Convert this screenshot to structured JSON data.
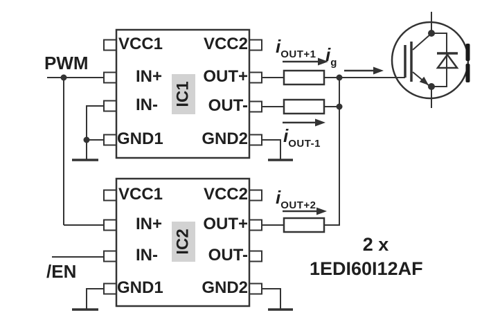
{
  "diagram": {
    "signals": {
      "pwm": "PWM",
      "en": "/EN"
    },
    "ics": [
      {
        "name": "IC1",
        "left_pins": [
          "VCC1",
          "IN+",
          "IN-",
          "GND1"
        ],
        "right_pins": [
          "VCC2",
          "OUT+",
          "OUT-",
          "GND2"
        ]
      },
      {
        "name": "IC2",
        "left_pins": [
          "VCC1",
          "IN+",
          "IN-",
          "GND1"
        ],
        "right_pins": [
          "VCC2",
          "OUT+",
          "OUT-",
          "GND2"
        ]
      }
    ],
    "currents": {
      "out_p1": {
        "base": "i",
        "sub": "OUT+1"
      },
      "out_m1": {
        "base": "i",
        "sub": "OUT-1"
      },
      "out_p2": {
        "base": "i",
        "sub": "OUT+2"
      },
      "gate": {
        "base": "i",
        "sub": "g"
      }
    },
    "annotation": {
      "line1": "2 x",
      "line2": "1EDI60I12AF"
    },
    "colors": {
      "line": "#333333",
      "badge_bg": "#d2d2d2"
    }
  }
}
